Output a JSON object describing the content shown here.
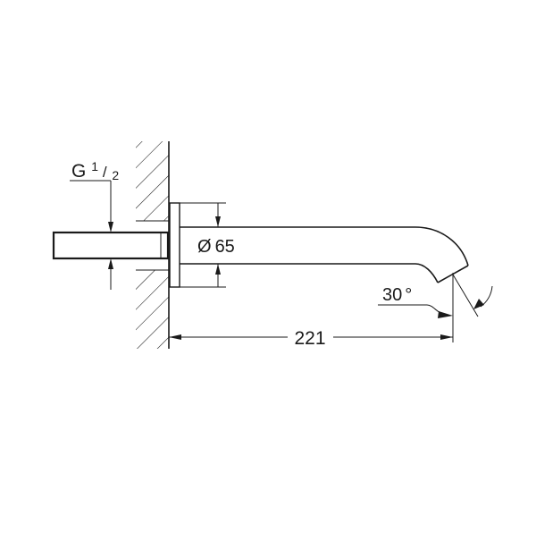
{
  "drawing": {
    "type": "technical drawing",
    "subject": "wall-mounted bath spout, side view",
    "line_color": "#1a1a1a",
    "background": "#ffffff"
  },
  "labels": {
    "thread": {
      "letter": "G",
      "num": "1",
      "den": "2"
    },
    "diameter": {
      "symbol": "Ø",
      "value": "65"
    },
    "angle": {
      "value": "30",
      "unit": "°"
    },
    "length": {
      "value": "221"
    }
  }
}
